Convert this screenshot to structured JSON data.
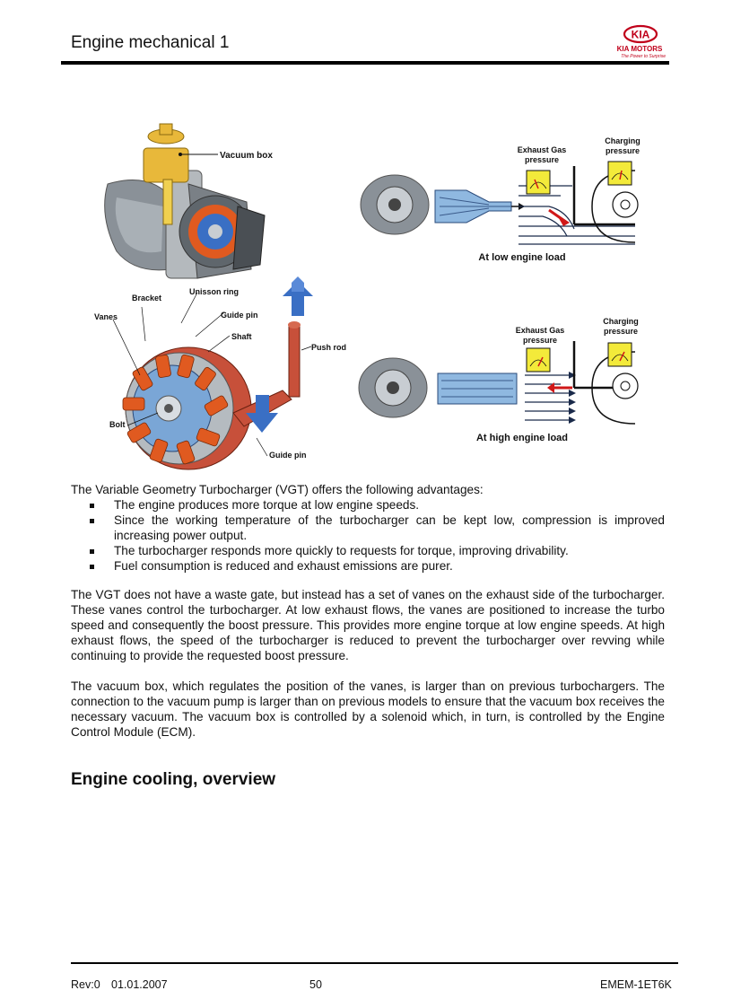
{
  "header": {
    "title": "Engine mechanical 1",
    "logo_text": "KIA",
    "logo_brand": "KIA MOTORS",
    "logo_tagline": "The Power to Surprise"
  },
  "figures": {
    "left_labels": {
      "vacuum_box": "Vacuum box",
      "bracket": "Bracket",
      "unisson_ring": "Unisson ring",
      "vanes": "Vanes",
      "guide_pin_top": "Guide pin",
      "shaft": "Shaft",
      "push_rod": "Push rod",
      "bolt": "Bolt",
      "guide_pin_bottom": "Guide pin"
    },
    "low_load": {
      "exhaust_label_1": "Exhaust Gas",
      "exhaust_label_2": "pressure",
      "charging_label_1": "Charging",
      "charging_label_2": "pressure",
      "caption": "At low engine load"
    },
    "high_load": {
      "exhaust_label_1": "Exhaust Gas",
      "exhaust_label_2": "pressure",
      "charging_label_1": "Charging",
      "charging_label_2": "pressure",
      "caption": "At high engine load"
    }
  },
  "content": {
    "intro": "The Variable Geometry Turbocharger (VGT) offers the following advantages:",
    "bullets": [
      "The engine produces more torque at low engine speeds.",
      "Since the working temperature of the turbocharger can be kept low, compression is improved increasing power output.",
      "The turbocharger responds more quickly to requests for torque, improving drivability.",
      "Fuel consumption is reduced and exhaust emissions are purer."
    ],
    "paragraph1": "The VGT does not have a waste gate, but instead has a set of vanes on the exhaust side of the turbocharger. These vanes control the turbocharger. At low exhaust flows, the vanes are positioned to increase the turbo speed and consequently the boost pressure. This provides more engine torque at low engine speeds. At high exhaust flows, the speed of the turbocharger is reduced to prevent the turbocharger over revving while continuing to provide the requested boost pressure.",
    "paragraph2": "The vacuum box, which regulates the position of the vanes, is larger than on previous turbochargers. The connection to the vacuum pump is larger than on previous models to ensure that the vacuum box receives the necessary vacuum. The vacuum box is controlled by a solenoid which, in turn, is controlled by the Engine Control Module (ECM).",
    "section_heading": "Engine cooling, overview"
  },
  "footer": {
    "revision": "Rev:0",
    "date": "01.01.2007",
    "page_number": "50",
    "doc_code": "EMEM-1ET6K"
  },
  "colors": {
    "turbo_housing": "#8a9198",
    "vacuum_box": "#e8b83a",
    "vane_orange": "#e05a20",
    "arrow_blue": "#3a6fc4",
    "gauge_yellow": "#f3ea3a",
    "needle_red": "#d01818",
    "logo_red": "#c0001a"
  }
}
